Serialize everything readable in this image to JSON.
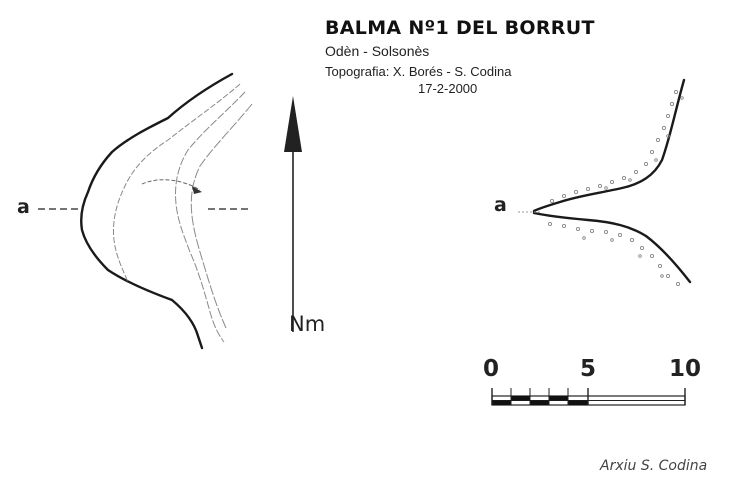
{
  "header": {
    "title": "BALMA Nº1 DEL BORRUT",
    "location": "Odèn - Solsonès",
    "survey": "Topografia: X. Borés - S. Codina",
    "date": "17-2-2000"
  },
  "plan": {
    "section_label": "a",
    "north_label": "Nm"
  },
  "section": {
    "section_label": "a"
  },
  "scale_bar": {
    "ticks": [
      "0",
      "5",
      "10"
    ]
  },
  "credit": "Arxiu S. Codina"
}
